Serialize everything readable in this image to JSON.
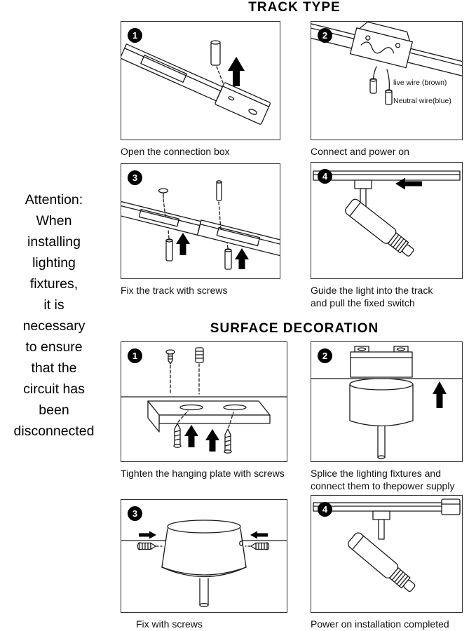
{
  "colors": {
    "ink": "#000000",
    "paper": "#ffffff"
  },
  "attention": {
    "note": "Attention:\nWhen\ninstalling\nlighting\nfixtures,\nit is\nnecessary\nto ensure\nthat the\ncircuit has\nbeen\ndisconnected"
  },
  "sections": [
    {
      "id": "track-type",
      "title": "TRACK TYPE",
      "steps": [
        {
          "number": "1",
          "caption": "Open the connection box"
        },
        {
          "number": "2",
          "caption": "Connect and power on",
          "wire_labels": {
            "live": "live wire (brown)",
            "neutral": "Neutral wire(blue)"
          }
        },
        {
          "number": "3",
          "caption": "Fix the track with screws"
        },
        {
          "number": "4",
          "caption": "Guide the light into the track\nand pull the fixed switch"
        }
      ]
    },
    {
      "id": "surface-decoration",
      "title": "SURFACE DECORATION",
      "steps": [
        {
          "number": "1",
          "caption": "Tighten the hanging plate with screws"
        },
        {
          "number": "2",
          "caption": "Splice the lighting fixtures and\nconnect them to thepower supply"
        },
        {
          "number": "3",
          "caption": "Fix with screws"
        },
        {
          "number": "4",
          "caption": "Power on installation completed"
        }
      ]
    }
  ]
}
